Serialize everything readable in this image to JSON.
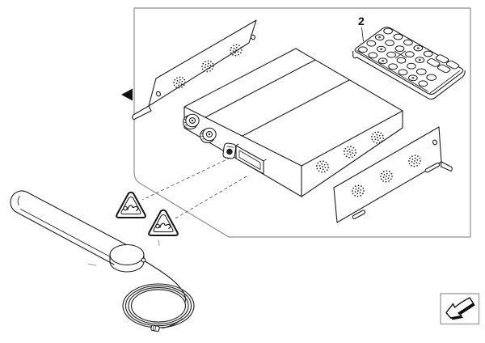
{
  "callouts": [
    {
      "label": "2",
      "target": "remote-control"
    }
  ],
  "colors": {
    "background": "#ffffff",
    "line": "#1c1c1c",
    "frame": "#8f8f8f",
    "accent": "#111111"
  },
  "icons": {
    "view_marker": "left-arrowhead",
    "corner_action": "3d-arrow-down-left"
  },
  "parts": [
    "mounting-bracket-left",
    "tuner-module",
    "mounting-bracket-right",
    "remote-control",
    "warning-label-triangles",
    "antenna-with-coiled-cable"
  ]
}
